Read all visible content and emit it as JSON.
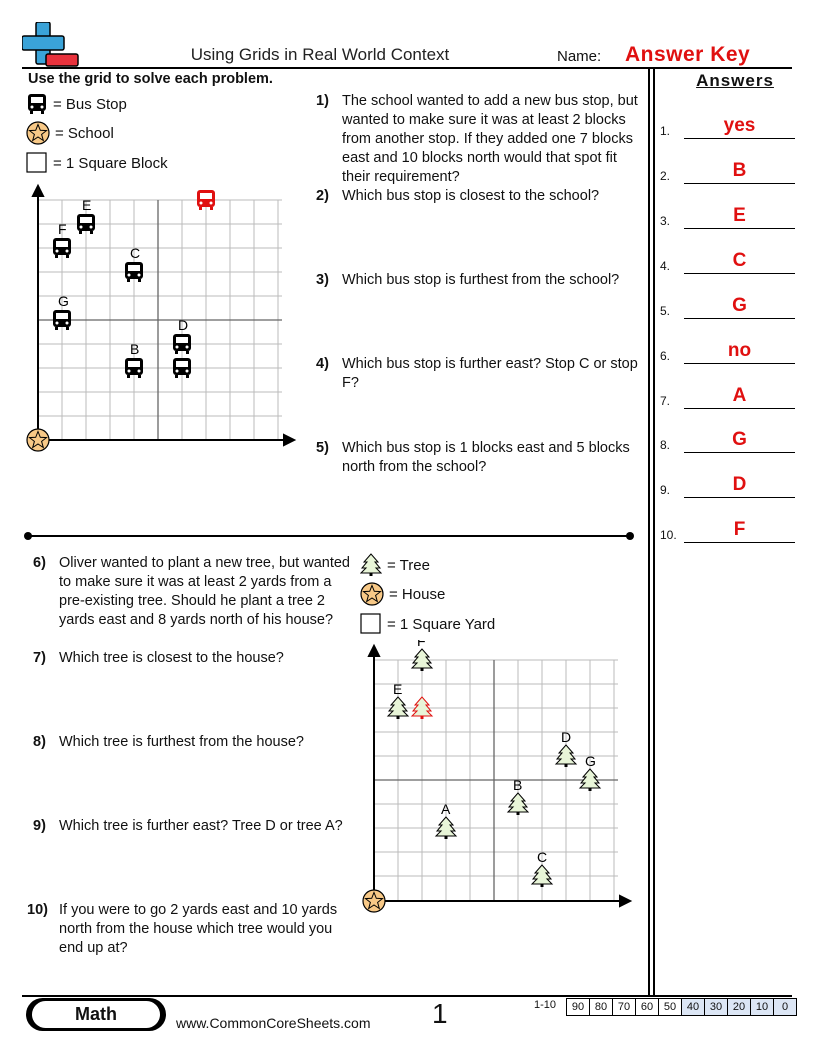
{
  "header": {
    "title": "Using Grids in Real World Context",
    "name_label": "Name:",
    "answer_key": "Answer Key"
  },
  "section1": {
    "instruction": "Use the grid to solve each problem.",
    "legend": [
      {
        "icon": "bus-icon",
        "label": "= Bus Stop"
      },
      {
        "icon": "star-icon",
        "label": "= School"
      },
      {
        "icon": "square-icon",
        "label": "= 1 Square Block"
      }
    ],
    "grid_labels": [
      "E",
      "F",
      "C",
      "G",
      "D",
      "B"
    ],
    "questions": [
      {
        "num": "1)",
        "text": "The school wanted to add a new bus stop, but wanted to make sure it was at least 2 blocks from another stop. If they added one 7 blocks east and 10 blocks north would that spot fit their requirement?"
      },
      {
        "num": "2)",
        "text": "Which bus stop is closest to the school?"
      },
      {
        "num": "3)",
        "text": "Which bus stop is furthest from the school?"
      },
      {
        "num": "4)",
        "text": "Which bus stop is further east? Stop C or stop F?"
      },
      {
        "num": "5)",
        "text": "Which bus stop is 1 blocks east and 5 blocks north from the school?"
      }
    ]
  },
  "section2": {
    "legend": [
      {
        "icon": "tree-icon",
        "label": "= Tree"
      },
      {
        "icon": "star-icon",
        "label": "= House"
      },
      {
        "icon": "square-icon",
        "label": "= 1 Square Yard"
      }
    ],
    "grid_labels": [
      "F",
      "E",
      "D",
      "G",
      "B",
      "A",
      "C"
    ],
    "questions": [
      {
        "num": "6)",
        "text": "Oliver wanted to plant a new tree, but wanted to make sure it was at least 2 yards from a pre-existing tree. Should he plant a tree 2 yards east and 8 yards north of his house?"
      },
      {
        "num": "7)",
        "text": "Which tree is closest to the house?"
      },
      {
        "num": "8)",
        "text": "Which tree is furthest from the house?"
      },
      {
        "num": "9)",
        "text": "Which tree is further east? Tree D or tree A?"
      },
      {
        "num": "10)",
        "text": "If you were to go 2 yards east and 10 yards north from the house which tree would you end up at?"
      }
    ]
  },
  "answers": {
    "heading": "Answers",
    "items": [
      {
        "num": "1.",
        "value": "yes"
      },
      {
        "num": "2.",
        "value": "B"
      },
      {
        "num": "3.",
        "value": "E"
      },
      {
        "num": "4.",
        "value": "C"
      },
      {
        "num": "5.",
        "value": "G"
      },
      {
        "num": "6.",
        "value": "no"
      },
      {
        "num": "7.",
        "value": "A"
      },
      {
        "num": "8.",
        "value": "G"
      },
      {
        "num": "9.",
        "value": "D"
      },
      {
        "num": "10.",
        "value": "F"
      }
    ]
  },
  "footer": {
    "subject": "Math",
    "website": "www.CommonCoreSheets.com",
    "page": "1",
    "score_label": "1-10",
    "scores": [
      "90",
      "80",
      "70",
      "60",
      "50",
      "40",
      "30",
      "20",
      "10",
      "0"
    ]
  },
  "colors": {
    "accent_red": "#e01010",
    "logo_blue": "#3aa3d8",
    "logo_red": "#e8323c",
    "tree_fill": "#e8f5d8",
    "star_fill": "#f8c987"
  }
}
